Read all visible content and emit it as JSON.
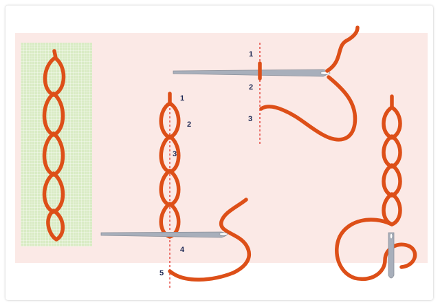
{
  "diagram": {
    "colors": {
      "thread": "#dd4f18",
      "needle": "#a8afbb",
      "fabric": "#d9ebc4",
      "background_panel": "#fbe9e6",
      "guide_line": "#e0332a",
      "labels": "#1f2a55"
    },
    "needle_top_labels": [
      "1",
      "2",
      "3"
    ],
    "chain_labels": [
      "1",
      "2",
      "3",
      "4",
      "5"
    ]
  }
}
